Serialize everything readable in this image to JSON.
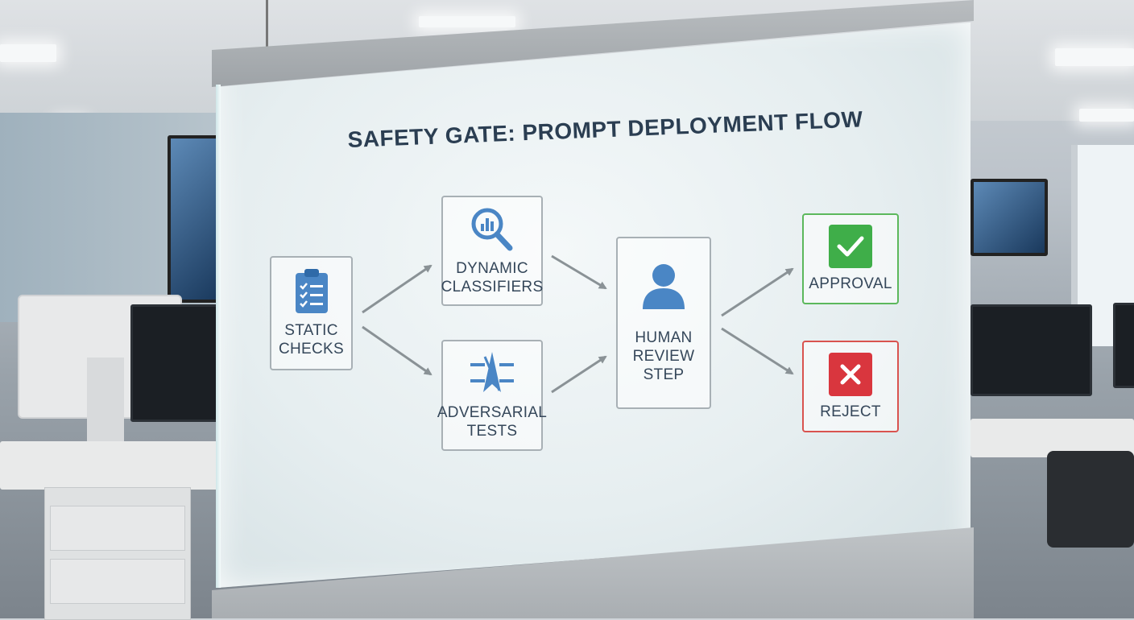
{
  "diagram": {
    "title": "SAFETY GATE: PROMPT DEPLOYMENT FLOW",
    "nodes": {
      "static_checks": {
        "line1": "STATIC",
        "line2": "CHECKS",
        "icon": "clipboard-checklist-icon"
      },
      "dynamic_classifiers": {
        "line1": "DYNAMIC",
        "line2": "CLASSIFIERS",
        "icon": "magnifier-chart-icon"
      },
      "adversarial_tests": {
        "line1": "ADVERSARIAL",
        "line2": "TESTS",
        "icon": "adversarial-arrow-icon"
      },
      "human_review": {
        "line1": "HUMAN",
        "line2": "REVIEW",
        "line3": "STEP",
        "icon": "person-icon"
      },
      "approval": {
        "line1": "APPROVAL",
        "icon": "checkmark-icon"
      },
      "reject": {
        "line1": "REJECT",
        "icon": "x-icon"
      }
    },
    "edges": [
      [
        "static_checks",
        "dynamic_classifiers"
      ],
      [
        "static_checks",
        "adversarial_tests"
      ],
      [
        "dynamic_classifiers",
        "human_review"
      ],
      [
        "adversarial_tests",
        "human_review"
      ],
      [
        "human_review",
        "approval"
      ],
      [
        "human_review",
        "reject"
      ]
    ],
    "colors": {
      "title": "#2b3e52",
      "icon_blue": "#4a86c5",
      "approve": "#3fae49",
      "reject": "#d9363e",
      "arrow": "#8a9296"
    }
  }
}
